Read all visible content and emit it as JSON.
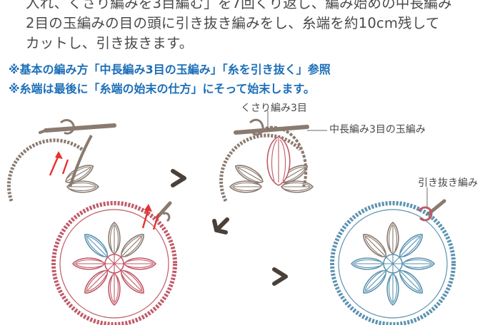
{
  "text": {
    "line1": "入れ、くさり編みを3目編む」を7回くり返し、編み始めの中長編み",
    "line2": "2目の玉編みの目の頭に引き抜き編みをし、糸端を約10cm残して",
    "line3": "カットし、引き抜きます。"
  },
  "notes": {
    "note1": "※基本の編み方「中長編み3目の玉編み」「糸を引き抜く」参照",
    "note2": "※糸端は最後に「糸端の始末の仕方」にそって始末します。"
  },
  "labels": {
    "chain3": "くさり編み3目",
    "puff": "中長編み3目の玉編み",
    "slip": "引き抜き編み"
  },
  "colors": {
    "text": "#4a4a4a",
    "note": "#1d6fb8",
    "yarn_brown": "#8a7a6f",
    "yarn_red": "#c05a68",
    "yarn_blue": "#5b93b1",
    "arrow": "#e8322f",
    "direction_arrow": "#4a403a"
  }
}
